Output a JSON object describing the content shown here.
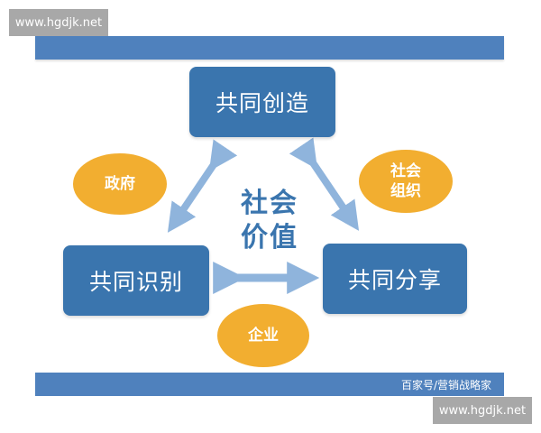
{
  "watermarks": {
    "top": "www.hgdjk.net",
    "bottom": "www.hgdjk.net"
  },
  "footer": {
    "credit": "百家号/营销战略家"
  },
  "diagram": {
    "center": {
      "line1": "社会",
      "line2": "价值"
    },
    "boxes": {
      "create": "共同创造",
      "identify": "共同识别",
      "share": "共同分享"
    },
    "actors": {
      "government": "政府",
      "social_org_line1": "社会",
      "social_org_line2": "组织",
      "enterprise": "企业"
    },
    "colors": {
      "box": "#3a75ae",
      "actor": "#f2ae30",
      "arrow": "#8fb4dc",
      "bar": "#4f81bd",
      "center_text": "#3a75ae"
    }
  }
}
